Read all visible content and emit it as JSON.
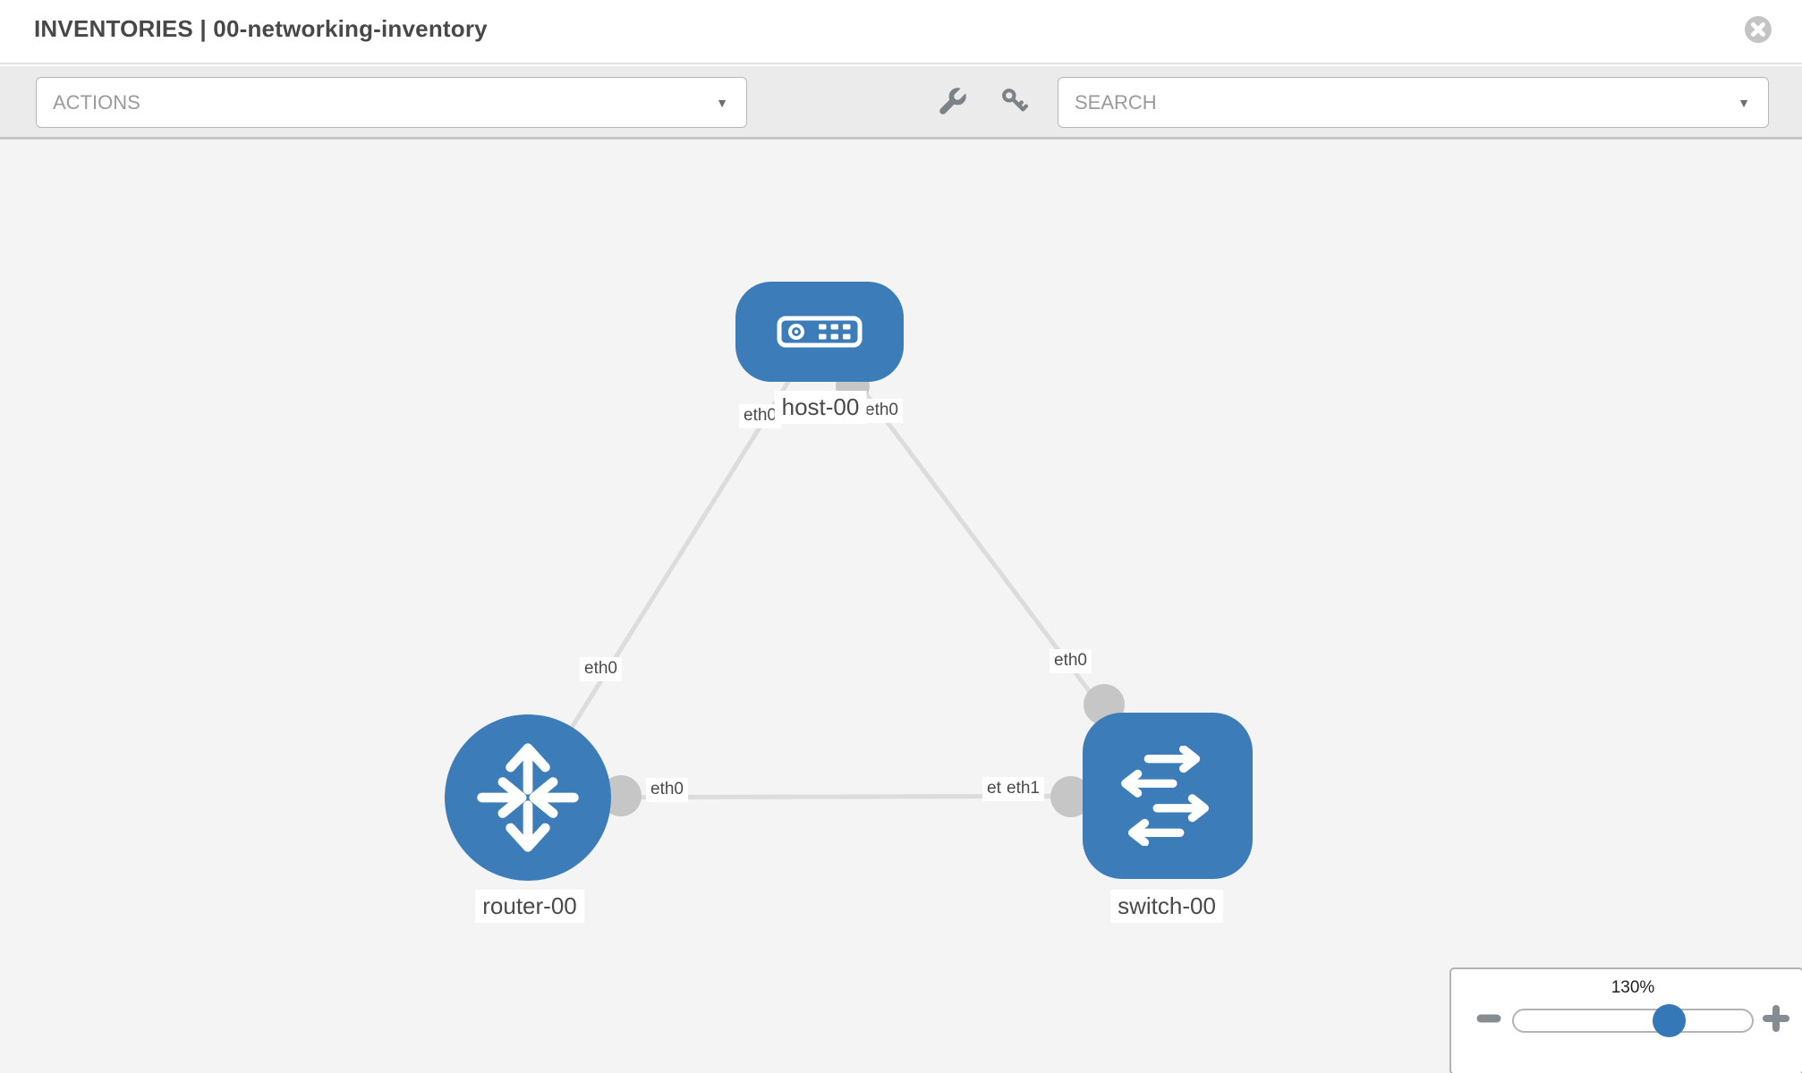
{
  "header": {
    "title": "INVENTORIES | 00-networking-inventory"
  },
  "toolbar": {
    "actions_placeholder": "ACTIONS",
    "search_placeholder": "SEARCH"
  },
  "icons": {
    "caret": "▼",
    "names": [
      "close-icon",
      "wrench-icon",
      "key-icon",
      "caret-down-icon",
      "host-icon",
      "router-icon",
      "switch-icon",
      "minus-icon",
      "plus-icon"
    ]
  },
  "topology": {
    "nodes": [
      {
        "id": "host-00",
        "type": "host",
        "label": "host-00"
      },
      {
        "id": "router-00",
        "type": "router",
        "label": "router-00"
      },
      {
        "id": "switch-00",
        "type": "switch",
        "label": "switch-00"
      }
    ],
    "links": [
      {
        "from": "host-00",
        "from_interface": "eth0",
        "to": "router-00",
        "to_interface": "eth0"
      },
      {
        "from": "host-00",
        "from_interface": "eth0",
        "to": "switch-00",
        "to_interface": "eth0"
      },
      {
        "from": "router-00",
        "from_interface": "eth0",
        "to": "switch-00",
        "to_interface": "eth1"
      }
    ],
    "interface_labels": [
      {
        "text": "eth0"
      },
      {
        "text": "eth0"
      },
      {
        "text": "eth0"
      },
      {
        "text": "eth0"
      },
      {
        "text": "eth0"
      },
      {
        "text": "eth0"
      },
      {
        "text": "eth1"
      }
    ]
  },
  "zoom_control": {
    "level": "130%",
    "percent_position": 64
  },
  "colors": {
    "node_blue": "#3c7cb8",
    "slider_thumb_blue": "#3578b8",
    "link_gray": "#dcdcdc",
    "connector_gray": "#c6c6c6",
    "toolbar_bg": "#ebebeb",
    "canvas_bg": "#f4f4f4",
    "icon_gray": "#7b8288",
    "label_text": "#4a4a4a",
    "title_text": "#484848"
  }
}
